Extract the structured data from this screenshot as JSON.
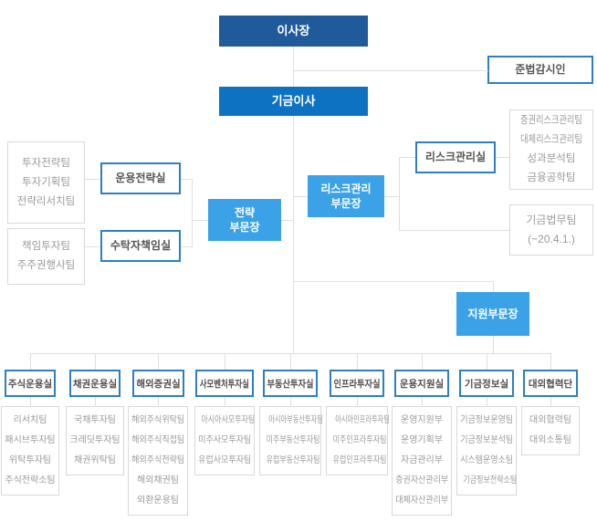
{
  "palette": {
    "dark_blue": "#1f5a9b",
    "mid_blue": "#0e72c3",
    "light_blue": "#3ba2e8",
    "border_blue": "#2e7fc0",
    "border_gray": "#d9d9d9",
    "line_gray": "#dfdfdf",
    "text_gray": "#9a9a9a"
  },
  "nodes": {
    "chairman": {
      "label": "이사장"
    },
    "compliance": {
      "label": "준법감시인"
    },
    "fund_director": {
      "label": "기금이사"
    },
    "strategy_head": {
      "line1": "전략",
      "line2": "부문장"
    },
    "risk_head": {
      "line1": "리스크관리",
      "line2": "부문장"
    },
    "support_head": {
      "label": "지원부문장"
    },
    "mgmt_strategy_office": {
      "label": "운용전략실"
    },
    "fiduciary_office": {
      "label": "수탁자책임실"
    },
    "risk_office": {
      "label": "리스크관리실"
    },
    "legal_team": {
      "line1": "기금법무팀",
      "line2": "(~20.4.1.)"
    },
    "strategy_teams": [
      "투자전략팀",
      "투자기획팀",
      "전략리서치팀"
    ],
    "fiduciary_teams": [
      "책임투자팀",
      "주주권행사팀"
    ],
    "risk_teams": [
      "증권리스크관리팀",
      "대체리스크관리팀",
      "성과분석팀",
      "금융공학팀"
    ]
  },
  "columns": [
    {
      "title": "주식운용실",
      "teams": [
        "리서치팀",
        "패시브투자팀",
        "위탁투자팀",
        "주식전략소팀"
      ]
    },
    {
      "title": "채권운용실",
      "teams": [
        "국채투자팀",
        "크레딧투자팀",
        "채권위탁팀"
      ]
    },
    {
      "title": "해외증권실",
      "teams": [
        "해외주식위탁팀",
        "해외주식직접팀",
        "해외주식전략팀",
        "해외채권팀",
        "외환운용팀"
      ]
    },
    {
      "title": "사모벤처투자실",
      "teams": [
        "아시아사모투자팀",
        "미주사모투자팀",
        "유럽사모투자팀"
      ]
    },
    {
      "title": "부동산투자실",
      "teams": [
        "아시아부동산투자팀",
        "미주부동산투자팀",
        "유럽부동산투자팀"
      ]
    },
    {
      "title": "인프라투자실",
      "teams": [
        "아시아인프라투자팀",
        "미주인프라투자팀",
        "유럽인프라투자팀"
      ]
    },
    {
      "title": "운용지원실",
      "teams": [
        "운영지원부",
        "운영기획부",
        "자금관리부",
        "증권자산관리부",
        "대체자산관리부"
      ]
    },
    {
      "title": "기금정보실",
      "teams": [
        "기금정보운영팀",
        "기금정보분석팀",
        "시스템운영소팀",
        "기금정보전략소팀"
      ]
    },
    {
      "title": "대외협력단",
      "teams": [
        "대외협력팀",
        "대외소통팀"
      ]
    }
  ]
}
